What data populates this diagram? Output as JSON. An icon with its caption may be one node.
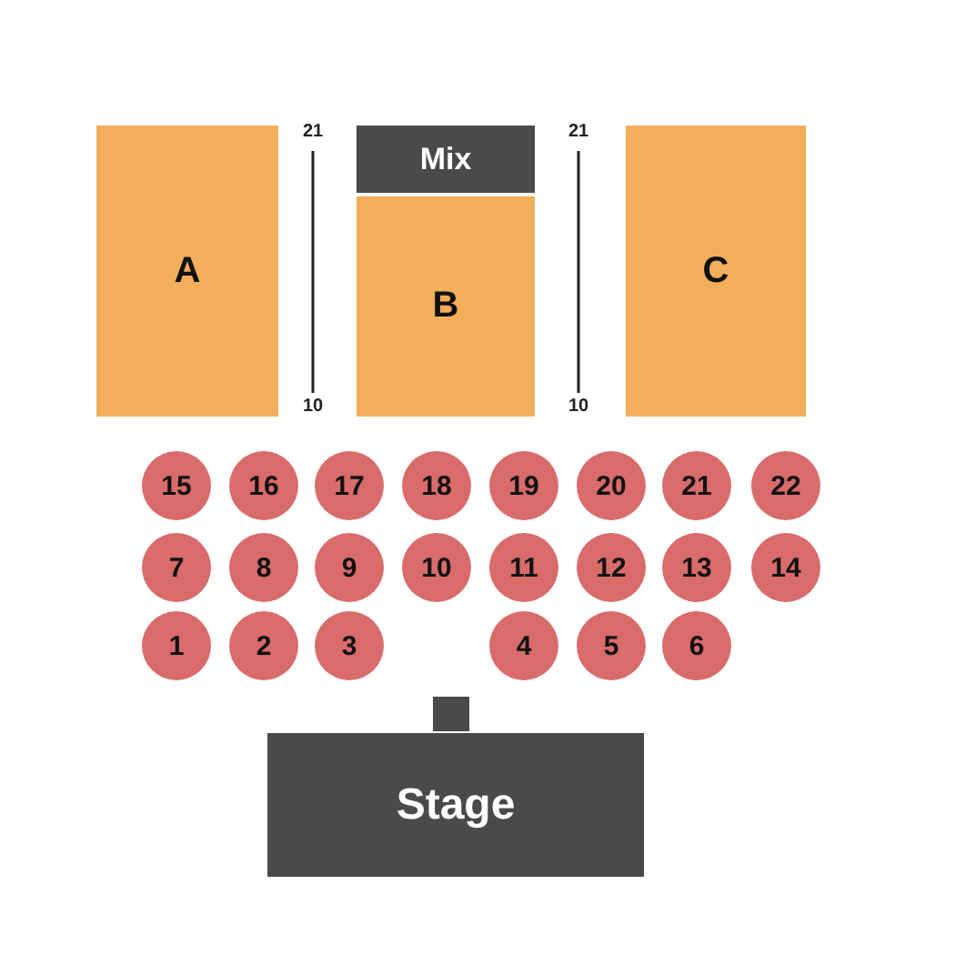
{
  "diagram": {
    "nodes": [
      {
        "text": [
          "A"
        ]
      },
      {
        "text": [
          "Mix"
        ]
      },
      {
        "text": [
          "B"
        ]
      },
      {
        "text": [
          "C"
        ]
      },
      {
        "text": [
          "15"
        ]
      },
      {
        "text": [
          "16"
        ]
      },
      {
        "text": [
          "17"
        ]
      },
      {
        "text": [
          "18"
        ]
      },
      {
        "text": [
          "19"
        ]
      },
      {
        "text": [
          "20"
        ]
      },
      {
        "text": [
          "21"
        ]
      },
      {
        "text": [
          "22"
        ]
      },
      {
        "text": [
          "7"
        ]
      },
      {
        "text": [
          "8"
        ]
      },
      {
        "text": [
          "9"
        ]
      },
      {
        "text": [
          "10"
        ]
      },
      {
        "text": [
          "11"
        ]
      },
      {
        "text": [
          "12"
        ]
      },
      {
        "text": [
          "13"
        ]
      },
      {
        "text": [
          "14"
        ]
      },
      {
        "text": [
          "1"
        ]
      },
      {
        "text": [
          "2"
        ]
      },
      {
        "text": [
          "3"
        ]
      },
      {
        "text": [
          "4"
        ]
      },
      {
        "text": [
          "5"
        ]
      },
      {
        "text": [
          "6"
        ]
      },
      {
        "text": [],
        "shape": "box"
      },
      {
        "text": [
          "Stage"
        ]
      }
    ],
    "labels": [
      "21",
      "21",
      "10",
      "10"
    ]
  }
}
